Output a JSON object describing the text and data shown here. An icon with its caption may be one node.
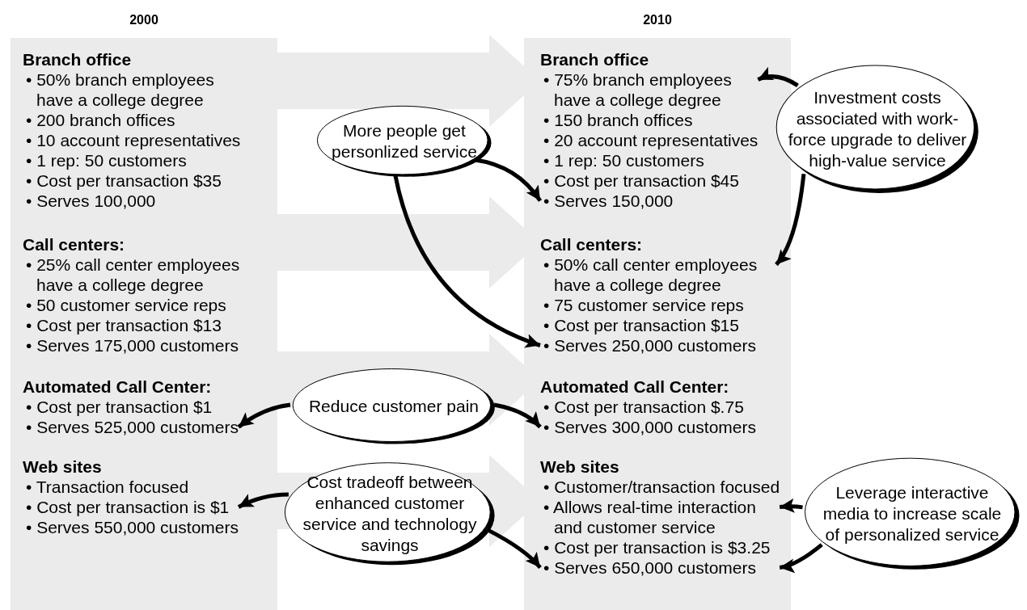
{
  "diagram": {
    "nodes": [
      {
        "text": [
          "2000"
        ]
      },
      {
        "text": [
          "2010"
        ]
      },
      {
        "text": [
          "Branch office",
          "• 50% branch employees have a college degree",
          "• 200 branch offices",
          "• 10 account representatives",
          "• 1 rep: 50 customers",
          "• Cost per transaction $35",
          "• Serves 100,000"
        ],
        "in": 0
      },
      {
        "text": [
          "Call centers:",
          "• 25% call center employees have a college degree",
          "• 50 customer service reps",
          "• Cost per transaction $13",
          "• Serves 175,000 customers"
        ],
        "in": 0
      },
      {
        "text": [
          "Automated Call Center:",
          "• Cost per transaction $1",
          "• Serves 525,000 customers"
        ],
        "in": 0
      },
      {
        "text": [
          "Web sites",
          "• Transaction focused",
          "• Cost per transaction is $1",
          "• Serves 550,000 customers"
        ],
        "in": 0
      },
      {
        "text": [
          "Branch office",
          "• 75% branch employees have a college degree",
          "• 150 branch offices",
          "• 20 account representatives",
          "• 1 rep: 50 customers",
          "• Cost per transaction $45",
          "• Serves 150,000"
        ],
        "in": 1
      },
      {
        "text": [
          "Call centers:",
          "• 50% call center employees have a college degree",
          "• 75 customer service reps",
          "• Cost per transaction $15",
          "• Serves 250,000 customers"
        ],
        "in": 1
      },
      {
        "text": [
          "Automated Call Center:",
          "• Cost per transaction $.75",
          "• Serves 300,000 customers"
        ],
        "in": 1
      },
      {
        "text": [
          "Web sites",
          "• Customer/transaction focused",
          "• Allows real-time interaction and customer service",
          "• Cost per transaction is $3.25",
          "• Serves 650,000 customers"
        ],
        "in": 1
      },
      {
        "text": [
          "More people get personlized service"
        ]
      },
      {
        "text": [
          "Investment costs associated with work-force upgrade to deliver high-value service"
        ]
      },
      {
        "text": [
          "Reduce customer pain"
        ]
      },
      {
        "text": [
          "Cost tradeoff between enhanced customer service and technology savings"
        ]
      },
      {
        "text": [
          "Leverage interactive media to increase scale of personalized service"
        ]
      }
    ],
    "edges": [
      {
        "from": 2,
        "to": 6,
        "arrow": "to",
        "style": "thick",
        "color": "#ebebeb"
      },
      {
        "from": 3,
        "to": 7,
        "arrow": "to",
        "style": "thick",
        "color": "#ebebeb"
      },
      {
        "from": 4,
        "to": 8,
        "arrow": "to",
        "style": "thick",
        "color": "#ebebeb"
      },
      {
        "from": 5,
        "to": 9,
        "arrow": "to",
        "style": "thick",
        "color": "#ebebeb"
      },
      {
        "from": 10,
        "to": 6,
        "arrow": "to"
      },
      {
        "from": 10,
        "to": 7,
        "arrow": "to"
      },
      {
        "from": 11,
        "to": 6,
        "arrow": "to"
      },
      {
        "from": 11,
        "to": 7,
        "arrow": "to"
      },
      {
        "from": 12,
        "to": 4,
        "arrow": "to"
      },
      {
        "from": 12,
        "to": 8,
        "arrow": "to"
      },
      {
        "from": 13,
        "to": 5,
        "arrow": "to"
      },
      {
        "from": 13,
        "to": 9,
        "arrow": "to"
      },
      {
        "from": 14,
        "to": 9,
        "arrow": "to"
      },
      {
        "from": 14,
        "to": 9,
        "arrow": "to"
      }
    ]
  }
}
